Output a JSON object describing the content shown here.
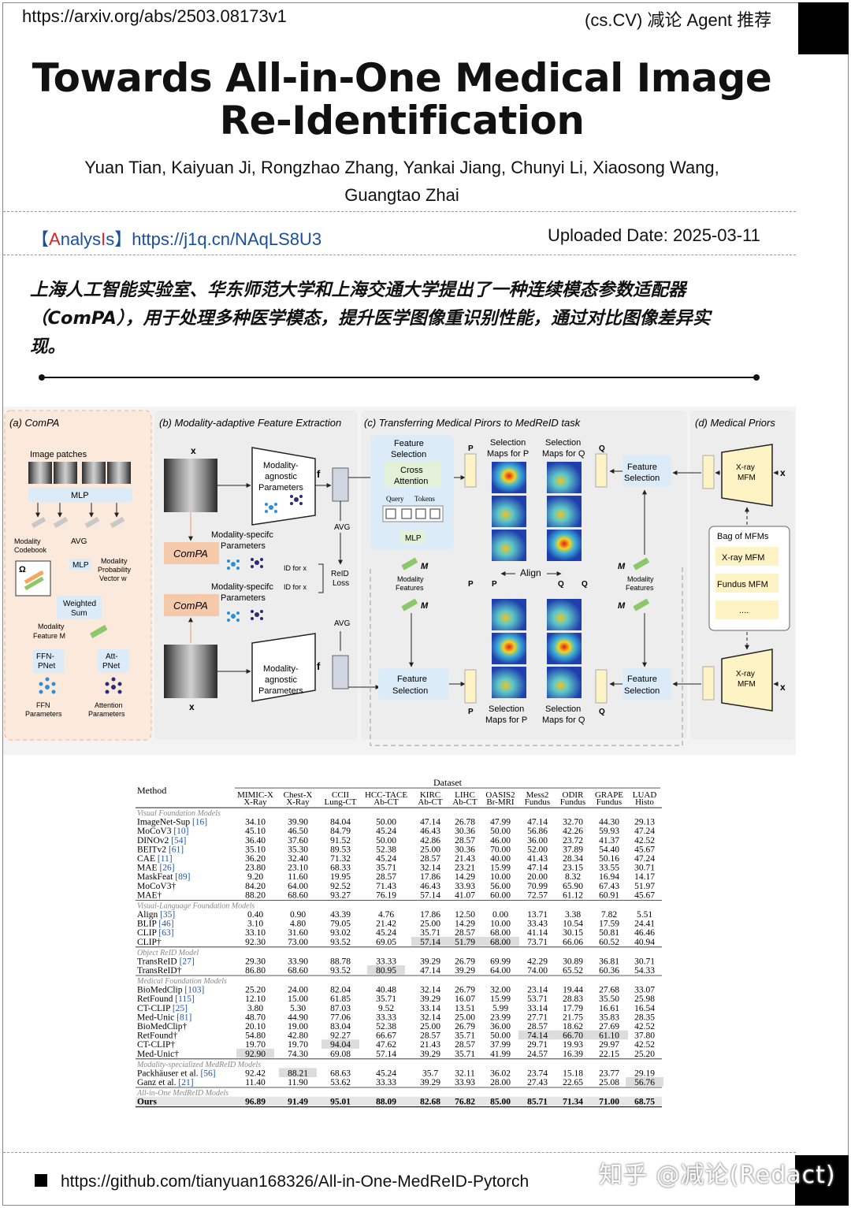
{
  "header": {
    "url": "https://arxiv.org/abs/2503.08173v1",
    "tag": "(cs.CV) 减论 Agent 推荐"
  },
  "paper": {
    "title_line1": "Towards All-in-One Medical Image",
    "title_line2": "Re-Identification",
    "authors_line1": "Yuan Tian, Kaiyuan Ji, Rongzhao Zhang, Yankai Jiang, Chunyi Li, Xiaosong Wang,",
    "authors_line2": "Guangtao Zhai"
  },
  "analysis": {
    "bracket_open": "【",
    "letter_a": "A",
    "word_rest1": "nalys",
    "letter_i": "I",
    "word_rest2": "s",
    "bracket_close": "】",
    "link": "https://j1q.cn/NAqLS8U3"
  },
  "upload": {
    "text": "Uploaded Date: 2025-03-11"
  },
  "summary": {
    "line1": "上海人工智能实验室、华东师范大学和上海交通大学提出了一种连续模态参数适配器",
    "line2": "（ComPA），用于处理多种医学模态，提升医学图像重识别性能，通过对比图像差异实",
    "line3": "现。"
  },
  "figure": {
    "panel_a": "(a) ComPA",
    "panel_b": "(b) Modality-adaptive Feature Extraction",
    "panel_c": "(c) Transferring Medical Pirors to MedReID task",
    "panel_d": "(d) Medical Priors",
    "image_patches": "Image patches",
    "mlp": "MLP",
    "avg": "AVG",
    "modality_codebook_1": "Modality",
    "modality_codebook_2": "Codebook",
    "omega": "Ω",
    "modality_prob_1": "Modality",
    "modality_prob_2": "Probability",
    "modality_prob_3": "Vector w",
    "weighted_sum_1": "Weighted",
    "weighted_sum_2": "Sum",
    "modality_feature_1": "Modality",
    "modality_feature_2": "Feature M",
    "ffn_pnet_1": "FFN-",
    "ffn_pnet_2": "PNet",
    "att_pnet_1": "Att-",
    "att_pnet_2": "PNet",
    "ffn_params_1": "FFN",
    "ffn_params_2": "Parameters",
    "att_params_1": "Attention",
    "att_params_2": "Parameters",
    "xi": "x",
    "xj": "x",
    "agnostic_1": "Modality-",
    "agnostic_2": "agnostic",
    "agnostic_3": "Parameters",
    "specific": "Modality-specifc",
    "specific_2": "Parameters",
    "compa": "ComPA",
    "fi": "f",
    "fj": "f",
    "id_for_xi": "ID for x",
    "id_for_xj": "ID for x",
    "reid_loss_1": "ReID",
    "reid_loss_2": "Loss",
    "feature_selection_1": "Feature",
    "feature_selection_2": "Selection",
    "cross_attention_1": "Cross",
    "cross_attention_2": "Attention",
    "query": "Query",
    "tokens": "Tokens",
    "modality_features_1": "Modality",
    "modality_features_2": "Features",
    "mi": "M",
    "mj": "M",
    "pi": "P",
    "qi": "Q",
    "pj": "P",
    "qj": "Q",
    "sel_maps_pi_1": "Selection",
    "sel_maps_pi_2": "Maps for P",
    "sel_maps_qi_1": "Selection",
    "sel_maps_qi_2": "Maps for Q",
    "align": "Align",
    "pi_n": "P",
    "pj_n": "P",
    "qi_n": "Q",
    "qj_n": "Q",
    "xray_mfm_1": "X-ray",
    "xray_mfm_2": "MFM",
    "bag_of_mfms": "Bag of MFMs",
    "bag_item1": "X-ray MFM",
    "bag_item2": "Fundus MFM",
    "bag_item3": "...."
  },
  "table": {
    "method_header": "Method",
    "dataset_header": "Dataset",
    "columns": [
      {
        "name": "MIMIC-X",
        "sub": "X-Ray"
      },
      {
        "name": "Chest-X",
        "sub": "X-Ray"
      },
      {
        "name": "CCII",
        "sub": "Lung-CT"
      },
      {
        "name": "HCC-TACE",
        "sub": "Ab-CT"
      },
      {
        "name": "KIRC",
        "sub": "Ab-CT"
      },
      {
        "name": "LIHC",
        "sub": "Ab-CT"
      },
      {
        "name": "OASIS2",
        "sub": "Br-MRI"
      },
      {
        "name": "Mess2",
        "sub": "Fundus"
      },
      {
        "name": "ODIR",
        "sub": "Fundus"
      },
      {
        "name": "GRAPE",
        "sub": "Fundus"
      },
      {
        "name": "LUAD",
        "sub": "Histo"
      }
    ],
    "groups": [
      {
        "title": "Visual Foundation Models",
        "rows": [
          {
            "method": "ImageNet-Sup",
            "ref": "[16]",
            "values": [
              "34.10",
              "39.90",
              "84.04",
              "50.00",
              "47.14",
              "26.78",
              "47.99",
              "47.14",
              "32.70",
              "44.30",
              "29.13"
            ]
          },
          {
            "method": "MoCoV3",
            "ref": "[10]",
            "values": [
              "45.10",
              "46.50",
              "84.79",
              "45.24",
              "46.43",
              "30.36",
              "50.00",
              "56.86",
              "42.26",
              "59.93",
              "47.24"
            ]
          },
          {
            "method": "DINOv2",
            "ref": "[54]",
            "values": [
              "36.40",
              "37.60",
              "91.52",
              "50.00",
              "42.86",
              "28.57",
              "46.00",
              "36.00",
              "23.72",
              "41.37",
              "42.52"
            ]
          },
          {
            "method": "BEITv2",
            "ref": "[61]",
            "values": [
              "35.10",
              "35.30",
              "89.53",
              "52.38",
              "25.00",
              "30.36",
              "70.00",
              "52.00",
              "37.89",
              "54.40",
              "45.67"
            ]
          },
          {
            "method": "CAE",
            "ref": "[11]",
            "values": [
              "36.20",
              "32.40",
              "71.32",
              "45.24",
              "28.57",
              "21.43",
              "40.00",
              "41.43",
              "28.34",
              "50.16",
              "47.24"
            ]
          },
          {
            "method": "MAE",
            "ref": "[26]",
            "values": [
              "23.80",
              "23.10",
              "68.33",
              "35.71",
              "32.14",
              "23.21",
              "15.99",
              "47.14",
              "23.15",
              "33.55",
              "30.71"
            ]
          },
          {
            "method": "MaskFeat",
            "ref": "[89]",
            "values": [
              "9.20",
              "11.60",
              "19.95",
              "28.57",
              "17.86",
              "14.29",
              "10.00",
              "20.00",
              "8.32",
              "16.94",
              "14.17"
            ]
          },
          {
            "method": "MoCoV3†",
            "ref": "",
            "values": [
              "84.20",
              "64.00",
              "92.52",
              "71.43",
              "46.43",
              "33.93",
              "56.00",
              "70.99",
              "65.90",
              "67.43",
              "51.97"
            ]
          },
          {
            "method": "MAE†",
            "ref": "",
            "values": [
              "88.20",
              "68.60",
              "93.27",
              "76.19",
              "57.14",
              "41.07",
              "60.00",
              "72.57",
              "61.12",
              "60.91",
              "45.67"
            ]
          }
        ]
      },
      {
        "title": "Visual-Language Foundation Models",
        "rows": [
          {
            "method": "Align",
            "ref": "[35]",
            "values": [
              "0.40",
              "0.90",
              "43.39",
              "4.76",
              "17.86",
              "12.50",
              "0.00",
              "13.71",
              "3.38",
              "7.82",
              "5.51"
            ]
          },
          {
            "method": "BLIP",
            "ref": "[46]",
            "values": [
              "3.10",
              "4.80",
              "79.05",
              "21.42",
              "25.00",
              "14.29",
              "10.00",
              "33.43",
              "10.54",
              "17.59",
              "24.41"
            ]
          },
          {
            "method": "CLIP",
            "ref": "[63]",
            "values": [
              "33.10",
              "31.60",
              "93.02",
              "45.24",
              "35.71",
              "28.57",
              "68.00",
              "41.14",
              "30.15",
              "50.81",
              "46.46"
            ]
          },
          {
            "method": "CLIP†",
            "ref": "",
            "values": [
              "92.30",
              "73.00",
              "93.52",
              "69.05",
              "57.14",
              "51.79",
              "68.00",
              "73.71",
              "66.06",
              "60.52",
              "40.94"
            ],
            "hl": [
              4,
              5,
              6
            ]
          }
        ]
      },
      {
        "title": "Object ReID Model",
        "rows": [
          {
            "method": "TransReID",
            "ref": "[27]",
            "values": [
              "29.30",
              "33.90",
              "88.78",
              "33.33",
              "39.29",
              "26.79",
              "69.99",
              "42.29",
              "30.89",
              "36.81",
              "30.71"
            ]
          },
          {
            "method": "TransReID†",
            "ref": "",
            "values": [
              "86.80",
              "68.60",
              "93.52",
              "80.95",
              "47.14",
              "39.29",
              "64.00",
              "74.00",
              "65.52",
              "60.36",
              "54.33"
            ],
            "hl": [
              3
            ]
          }
        ]
      },
      {
        "title": "Medical Foundation Models",
        "rows": [
          {
            "method": "BioMedClip",
            "ref": "[103]",
            "values": [
              "25.20",
              "24.00",
              "82.04",
              "40.48",
              "32.14",
              "26.79",
              "32.00",
              "23.14",
              "19.44",
              "27.68",
              "33.07"
            ]
          },
          {
            "method": "RetFound",
            "ref": "[115]",
            "values": [
              "12.10",
              "15.00",
              "61.85",
              "35.71",
              "39.29",
              "16.07",
              "15.99",
              "53.71",
              "28.83",
              "35.50",
              "25.98"
            ]
          },
          {
            "method": "CT-CLIP",
            "ref": "[25]",
            "values": [
              "3.80",
              "5.30",
              "87.03",
              "9.52",
              "33.14",
              "13.51",
              "5.99",
              "33.14",
              "17.79",
              "16.61",
              "16.54"
            ]
          },
          {
            "method": "Med-Unic",
            "ref": "[81]",
            "values": [
              "48.70",
              "44.90",
              "77.06",
              "33.33",
              "32.14",
              "25.00",
              "23.99",
              "27.71",
              "21.75",
              "35.83",
              "28.35"
            ]
          },
          {
            "method": "BioMedClip†",
            "ref": "",
            "values": [
              "20.10",
              "19.00",
              "83.04",
              "52.38",
              "25.00",
              "26.79",
              "36.00",
              "28.57",
              "18.62",
              "27.69",
              "42.52"
            ]
          },
          {
            "method": "RetFound†",
            "ref": "",
            "values": [
              "54.80",
              "42.80",
              "92.27",
              "66.67",
              "28.57",
              "35.71",
              "50.00",
              "74.14",
              "66.70",
              "61.10",
              "37.80"
            ],
            "hl": [
              7,
              8,
              9
            ]
          },
          {
            "method": "CT-CLIP†",
            "ref": "",
            "values": [
              "19.70",
              "19.70",
              "94.04",
              "47.62",
              "21.43",
              "28.57",
              "37.99",
              "29.71",
              "19.93",
              "29.97",
              "42.52"
            ],
            "hl": [
              2
            ]
          },
          {
            "method": "Med-Unic†",
            "ref": "",
            "values": [
              "92.90",
              "74.30",
              "69.08",
              "57.14",
              "39.29",
              "35.71",
              "41.99",
              "24.57",
              "16.39",
              "22.15",
              "25.20"
            ],
            "hl": [
              0
            ]
          }
        ]
      },
      {
        "title": "Modality-specialized MedReID Models",
        "rows": [
          {
            "method": "Packhäuser et al.",
            "ref": "[56]",
            "values": [
              "92.42",
              "88.21",
              "68.63",
              "45.24",
              "35.7",
              "32.11",
              "36.02",
              "23.74",
              "15.18",
              "23.77",
              "29.19"
            ],
            "hl": [
              1
            ]
          },
          {
            "method": "Ganz et al.",
            "ref": "[21]",
            "values": [
              "11.40",
              "11.90",
              "53.62",
              "33.33",
              "39.29",
              "33.93",
              "28.00",
              "27.43",
              "22.65",
              "25.08",
              "56.76"
            ],
            "hl": [
              10
            ]
          }
        ]
      },
      {
        "title": "All-in-One MedReID Models",
        "rows": [
          {
            "method": "Ours",
            "ref": "",
            "values": [
              "96.89",
              "91.49",
              "95.01",
              "88.09",
              "82.68",
              "76.82",
              "85.00",
              "85.71",
              "71.34",
              "71.00",
              "68.75"
            ],
            "bold": true
          }
        ]
      }
    ]
  },
  "footer": {
    "github": "https://github.com/tianyuan168326/All-in-One-MedReID-Pytorch",
    "watermark": "知乎 @减论(Redact)"
  },
  "colors": {
    "accent_blue": "#1a4fa0",
    "accent_red": "#d2232a",
    "panel_orange": "#fbe6d6",
    "panel_blue": "#dcebf8",
    "mfm_yellow": "#fdf3c4",
    "highlight_gray": "#dcdcdc"
  }
}
